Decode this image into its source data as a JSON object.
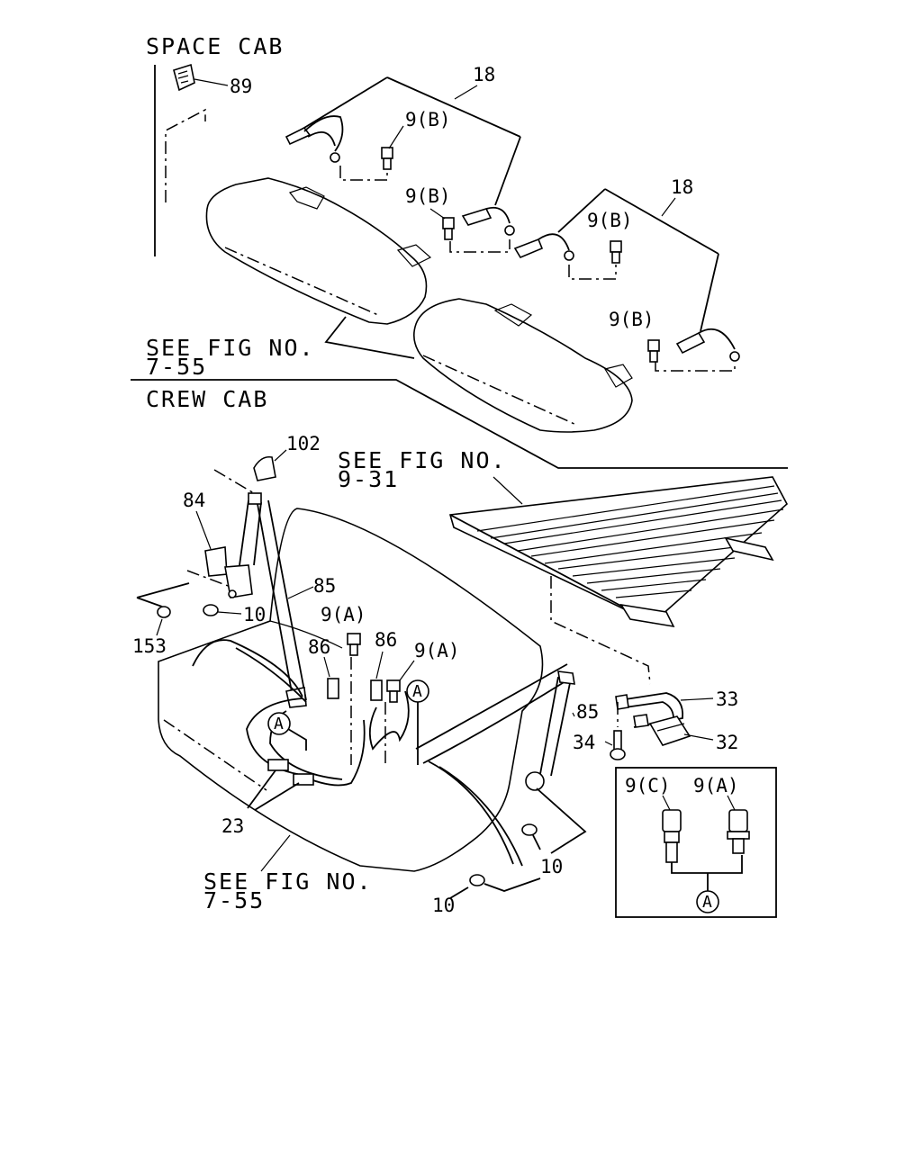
{
  "headings": {
    "space_cab": "SPACE CAB",
    "crew_cab": "CREW CAB"
  },
  "references": {
    "see_fig_top_1": "SEE FIG NO.",
    "see_fig_top_2": "7-55",
    "see_fig_floor_1": "SEE FIG NO.",
    "see_fig_floor_2": "9-31",
    "see_fig_bottom_1": "SEE FIG NO.",
    "see_fig_bottom_2": "7-55"
  },
  "callouts": {
    "p89": "89",
    "p18a": "18",
    "p9b_1": "9(B)",
    "p9b_2": "9(B)",
    "p18b": "18",
    "p9b_3": "9(B)",
    "p9b_4": "9(B)",
    "p102": "102",
    "p84": "84",
    "p85a": "85",
    "p10a": "10",
    "p153": "153",
    "p9a_1": "9(A)",
    "p86a": "86",
    "p86b": "86",
    "p9a_2": "9(A)",
    "p85b": "85",
    "p33": "33",
    "p34": "34",
    "p32": "32",
    "p23": "23",
    "p10b": "10",
    "p10c": "10",
    "inset_9c": "9(C)",
    "inset_9a": "9(A)",
    "ref_a1": "A",
    "ref_a2": "A",
    "ref_a3": "A"
  }
}
